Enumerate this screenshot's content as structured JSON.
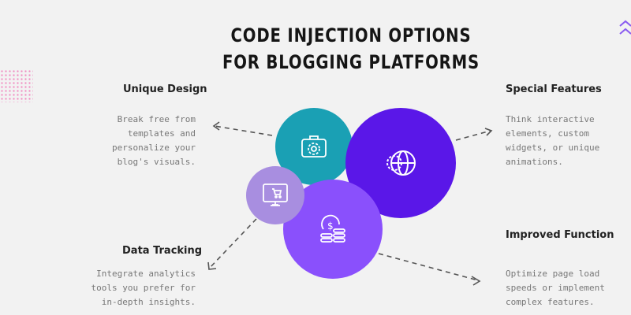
{
  "title": {
    "line1": "CODE INJECTION OPTIONS",
    "line2": "FOR BLOGGING PLATFORMS"
  },
  "items": [
    {
      "heading": "Unique Design",
      "text": [
        "Break free from",
        "templates and",
        "personalize your",
        "blog's visuals."
      ],
      "icon": "briefcase-gear-icon"
    },
    {
      "heading": "Special Features",
      "text": [
        "Think interactive",
        "elements, custom",
        "widgets, or unique",
        "animations."
      ],
      "icon": "globe-gear-icon"
    },
    {
      "heading": "Data Tracking",
      "text": [
        "Integrate analytics",
        "tools you prefer for",
        "in-depth insights."
      ],
      "icon": "monitor-cart-icon"
    },
    {
      "heading": "Improved Function",
      "text": [
        "Optimize page load",
        "speeds or implement",
        "complex features."
      ],
      "icon": "dollar-coins-icon"
    }
  ],
  "colors": {
    "teal": "#1aa0b4",
    "indigo": "#5a17e8",
    "lavender": "#a88ee0",
    "violet": "#8a50fc"
  }
}
